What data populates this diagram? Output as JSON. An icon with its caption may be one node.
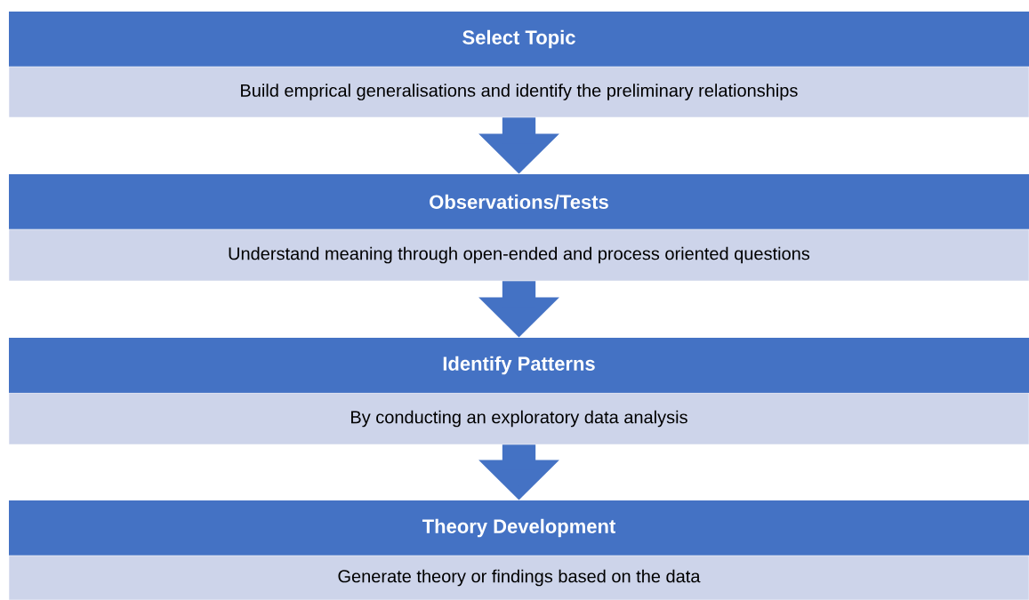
{
  "diagram": {
    "nodes": [
      {
        "text": [
          "Select Topic"
        ]
      },
      {
        "text": [
          "Build emprical generalisations and identify the preliminary relationships"
        ]
      },
      {
        "text": [
          "Observations/Tests"
        ]
      },
      {
        "text": [
          "Understand meaning through open-ended and process oriented questions"
        ]
      },
      {
        "text": [
          "Identify Patterns"
        ]
      },
      {
        "text": [
          "By conducting an exploratory data analysis"
        ]
      },
      {
        "text": [
          "Theory Development"
        ]
      },
      {
        "text": [
          "Generate theory or findings based on the data"
        ]
      }
    ],
    "edges": [
      {
        "from": 1,
        "to": 2,
        "arrow": "to"
      },
      {
        "from": 3,
        "to": 4,
        "arrow": "to"
      },
      {
        "from": 5,
        "to": 6,
        "arrow": "to"
      }
    ]
  }
}
